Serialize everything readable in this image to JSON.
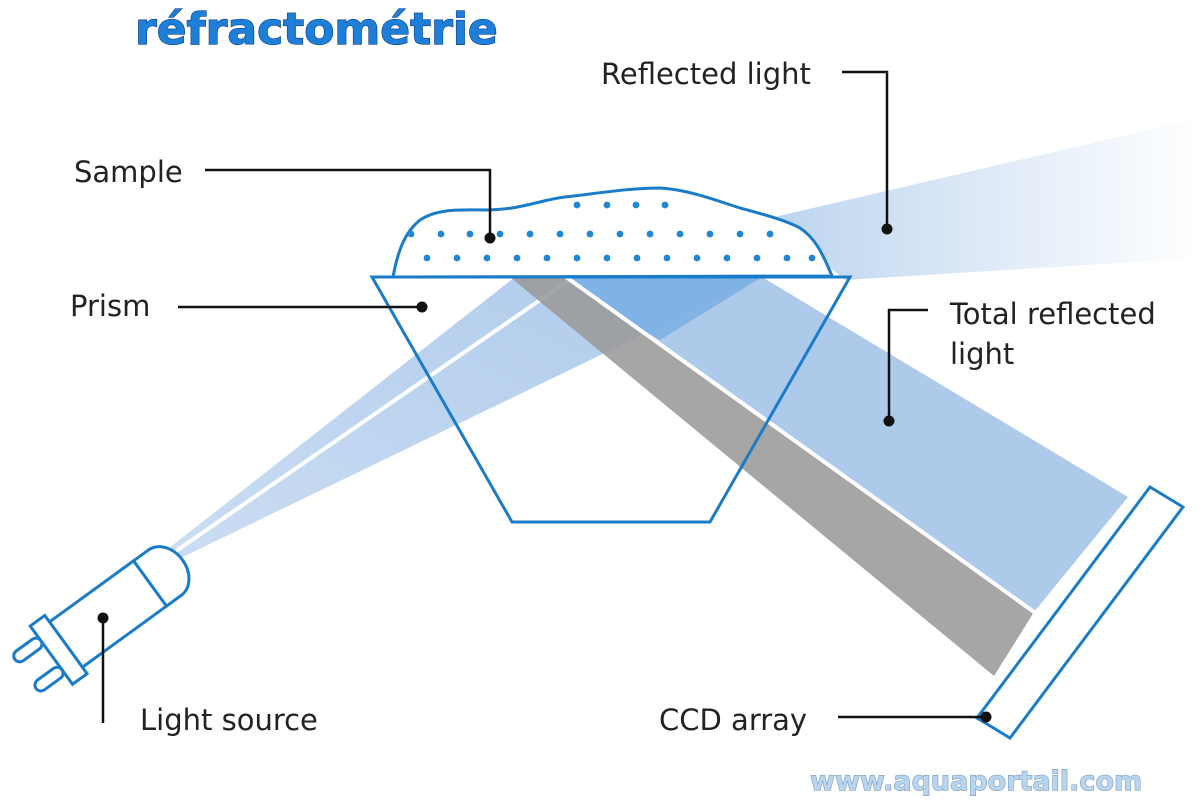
{
  "title": "réfractométrie",
  "watermark": "www.aquaportail.com",
  "labels": {
    "reflected_light": "Reflected light",
    "sample": "Sample",
    "prism": "Prism",
    "total_reflected_line1": "Total reflected",
    "total_reflected_line2": "light",
    "light_source": "Light source",
    "ccd_array": "CCD array"
  },
  "colors": {
    "accent": "#1e7fd8",
    "outline": "#1a7cc9",
    "dots": "#1e88d4",
    "light_beam": "#a9c7ea",
    "shadow_beam": "#9a9a9a",
    "leader": "#111111"
  }
}
